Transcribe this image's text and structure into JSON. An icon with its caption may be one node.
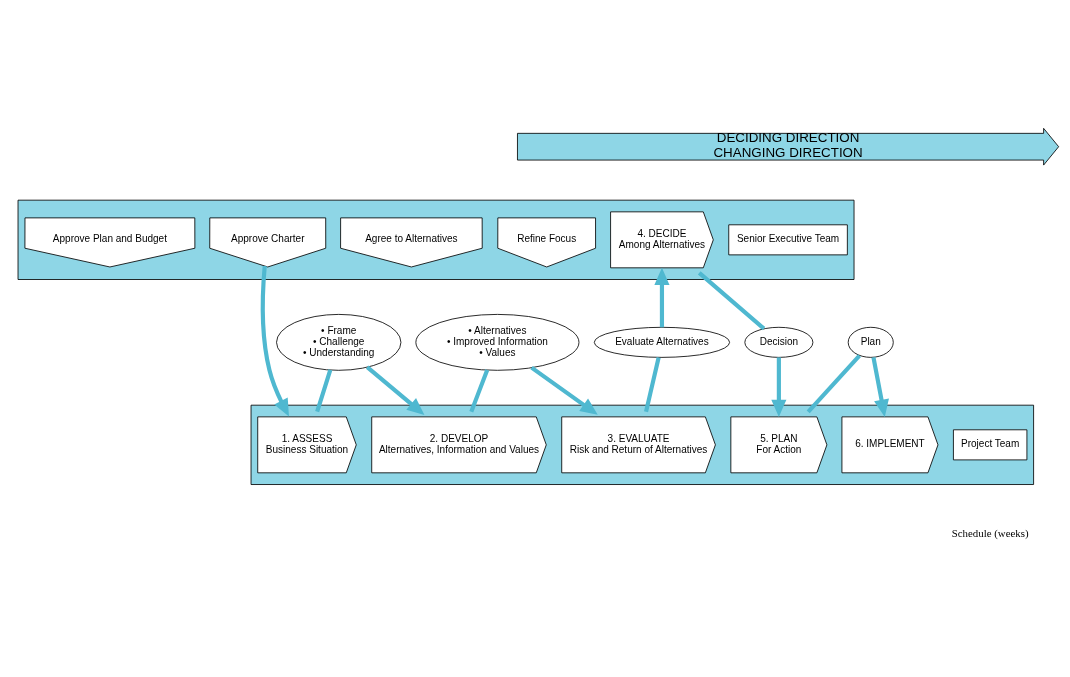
{
  "diagram": {
    "nodes": [
      {
        "text": [
          "DECIDING DIRECTION",
          "CHANGING DIRECTION"
        ]
      },
      {
        "text": [],
        "shape": "box"
      },
      {
        "text": [
          "Senior Executive Team"
        ],
        "in": 1
      },
      {
        "text": [
          "Approve Charter"
        ],
        "in": 1
      },
      {
        "text": [
          "Refine Focus"
        ],
        "in": 1
      },
      {
        "text": [
          "Agree to Alternatives"
        ],
        "in": 1
      },
      {
        "text": [
          "4. DECIDE",
          "Among Alternatives"
        ],
        "in": 1
      },
      {
        "text": [
          "Approve Plan and Budget"
        ],
        "in": 1
      },
      {
        "text": [
          "• Frame",
          "• Challenge",
          "• Understanding"
        ]
      },
      {
        "text": [
          "• Alternatives",
          "• Improved Information",
          "• Values"
        ]
      },
      {
        "text": [
          "Evaluate Alternatives"
        ]
      },
      {
        "text": [
          "Decision"
        ]
      },
      {
        "text": [
          "Plan"
        ]
      },
      {
        "text": [],
        "shape": "box"
      },
      {
        "text": [
          "Project Team"
        ],
        "in": 13
      },
      {
        "text": [
          "1. ASSESS",
          "Business Situation"
        ],
        "in": 13
      },
      {
        "text": [
          "2. DEVELOP",
          "Alternatives, Information and Values"
        ],
        "in": 13
      },
      {
        "text": [
          "3. EVALUATE",
          "Risk and Return of Alternatives"
        ],
        "in": 13
      },
      {
        "text": [
          "5. PLAN",
          "For Action"
        ],
        "in": 13
      },
      {
        "text": [
          "6. IMPLEMENT"
        ],
        "in": 13
      }
    ],
    "edges": [
      {
        "from": 3,
        "to": 15,
        "arrow": "to"
      },
      {
        "from": 15,
        "to": 8,
        "arrow": "none"
      },
      {
        "from": 8,
        "to": 16,
        "arrow": "to"
      },
      {
        "from": 16,
        "to": 9,
        "arrow": "none"
      },
      {
        "from": 9,
        "to": 17,
        "arrow": "to"
      },
      {
        "from": 17,
        "to": 10,
        "arrow": "none"
      },
      {
        "from": 10,
        "to": 6,
        "arrow": "to"
      },
      {
        "from": 6,
        "to": 11,
        "arrow": "none"
      },
      {
        "from": 11,
        "to": 18,
        "arrow": "to"
      },
      {
        "from": 18,
        "to": 12,
        "arrow": "none"
      },
      {
        "from": 12,
        "to": 19,
        "arrow": "to"
      }
    ],
    "labels": [
      "Schedule (weeks)"
    ]
  }
}
